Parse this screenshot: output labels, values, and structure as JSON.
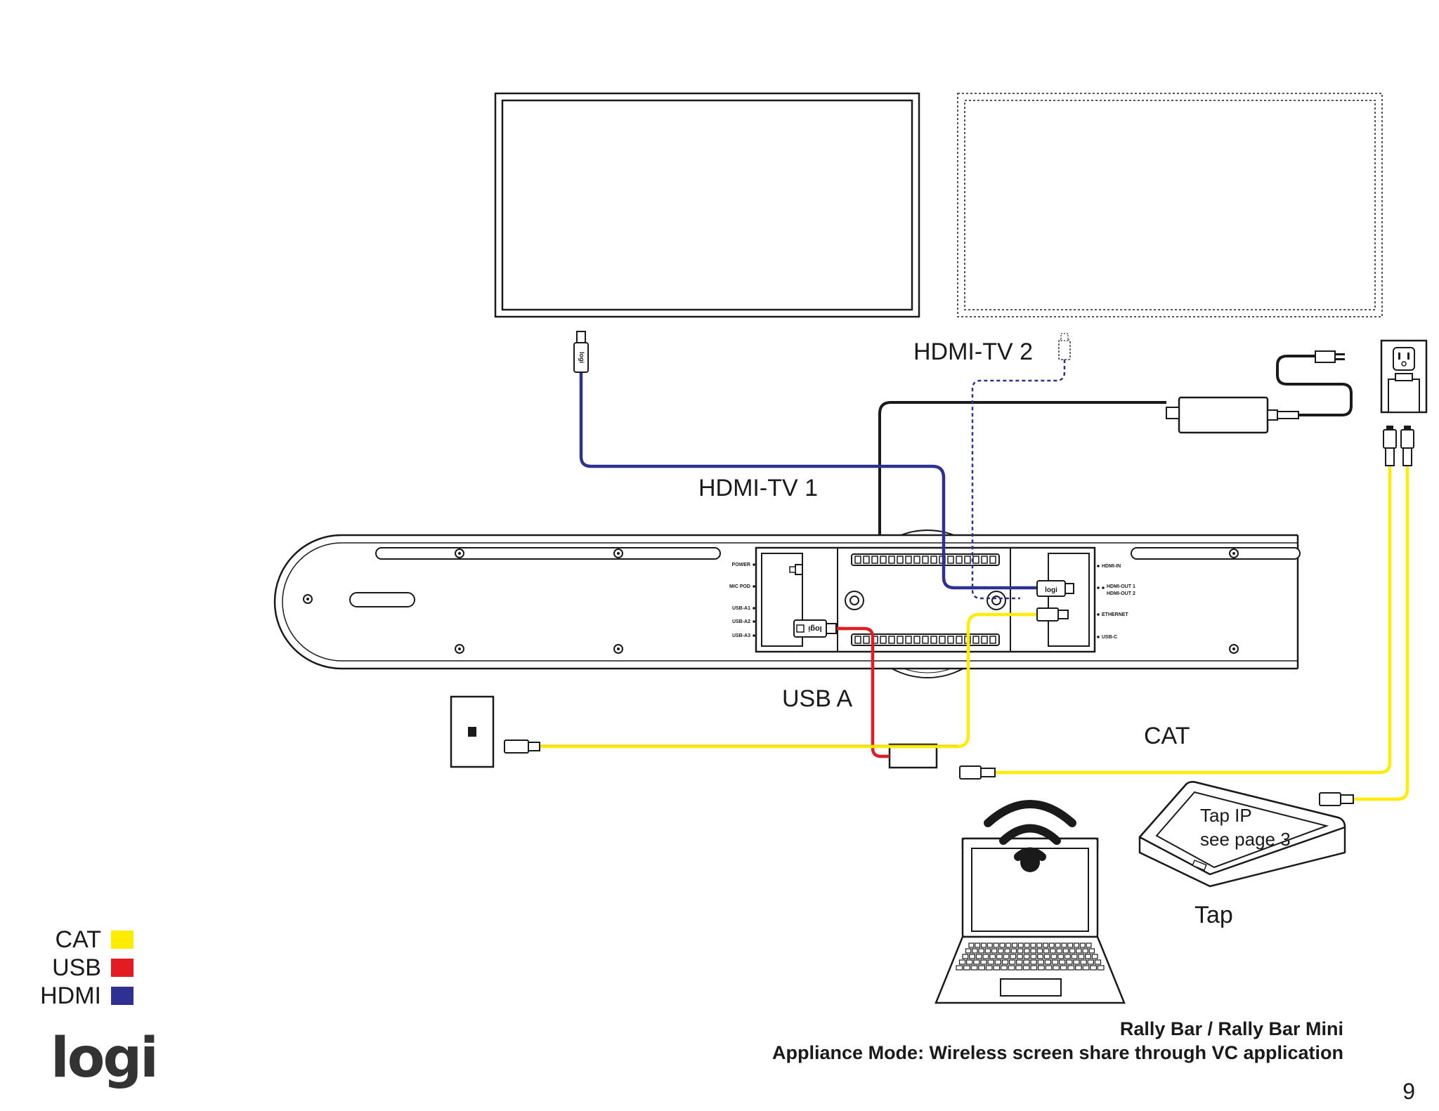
{
  "diagram": {
    "labels": {
      "hdmi_tv1": "HDMI-TV 1",
      "hdmi_tv2": "HDMI-TV 2",
      "usb_a": "USB A",
      "cat": "CAT",
      "tap_ip_line1": "Tap IP",
      "tap_ip_line2": "see page 3",
      "tap": "Tap"
    },
    "ports_left": [
      "POWER",
      "MIC POD",
      "USB-A1",
      "USB-A2",
      "USB-A3"
    ],
    "ports_right": [
      "HDMI-IN",
      "HDMI-OUT 1",
      "HDMI-OUT 2",
      "ETHERNET",
      "USB-C"
    ],
    "connector_brand": "logi"
  },
  "legend": {
    "items": [
      {
        "label": "CAT",
        "color": "#ffec00"
      },
      {
        "label": "USB",
        "color": "#e31b23"
      },
      {
        "label": "HDMI",
        "color": "#2e3192"
      }
    ]
  },
  "footer": {
    "title_line1": "Rally Bar / Rally Bar Mini",
    "title_line2": "Appliance Mode: Wireless screen share through VC application",
    "page_number": "9"
  },
  "brand": {
    "logo_text": "logi"
  },
  "colors": {
    "cat": "#ffec00",
    "usb": "#e31b23",
    "hdmi": "#2e3192",
    "power": "#1a1a1a"
  }
}
